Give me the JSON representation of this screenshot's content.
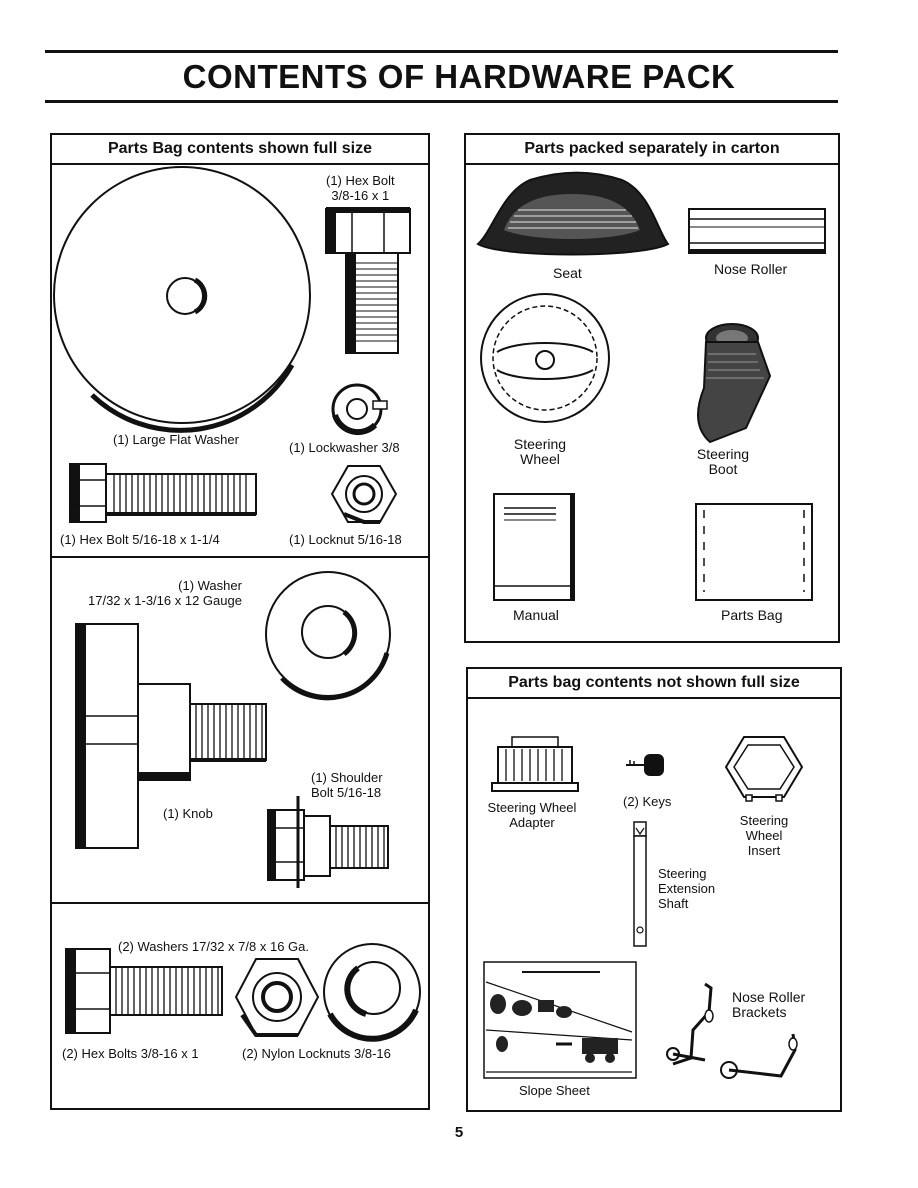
{
  "page": {
    "title": "CONTENTS OF HARDWARE PACK",
    "page_number": "5"
  },
  "left_panel": {
    "header": "Parts Bag contents shown full size",
    "section1": {
      "hex_bolt_top": "(1) Hex Bolt\n3/8-16 x 1",
      "large_washer": "(1) Large Flat Washer",
      "lockwasher": "(1) Lockwasher 3/8",
      "hex_bolt_bottom": "(1) Hex Bolt 5/16-18 x 1-1/4",
      "locknut": "(1) Locknut 5/16-18"
    },
    "section2": {
      "washer": "(1) Washer\n17/32 x 1-3/16 x 12 Gauge",
      "shoulder_bolt": "(1) Shoulder\nBolt 5/16-18",
      "knob": "(1) Knob"
    },
    "section3": {
      "washers": "(2) Washers 17/32 x 7/8 x 16 Ga.",
      "hex_bolts": "(2) Hex Bolts 3/8-16 x 1",
      "nylon_locknuts": "(2) Nylon Locknuts 3/8-16"
    }
  },
  "right_top_panel": {
    "header": "Parts packed separately in carton",
    "seat": "Seat",
    "nose_roller": "Nose Roller",
    "steering_wheel": "Steering\nWheel",
    "steering_boot": "Steering\nBoot",
    "manual": "Manual",
    "parts_bag": "Parts Bag"
  },
  "right_bottom_panel": {
    "header": "Parts bag contents not shown full size",
    "steering_wheel_adapter": "Steering Wheel\nAdapter",
    "keys": "(2) Keys",
    "steering_wheel_insert": "Steering\nWheel\nInsert",
    "steering_extension_shaft": "Steering\nExtension\nShaft",
    "nose_roller_brackets": "Nose Roller\nBrackets",
    "slope_sheet": "Slope Sheet"
  }
}
